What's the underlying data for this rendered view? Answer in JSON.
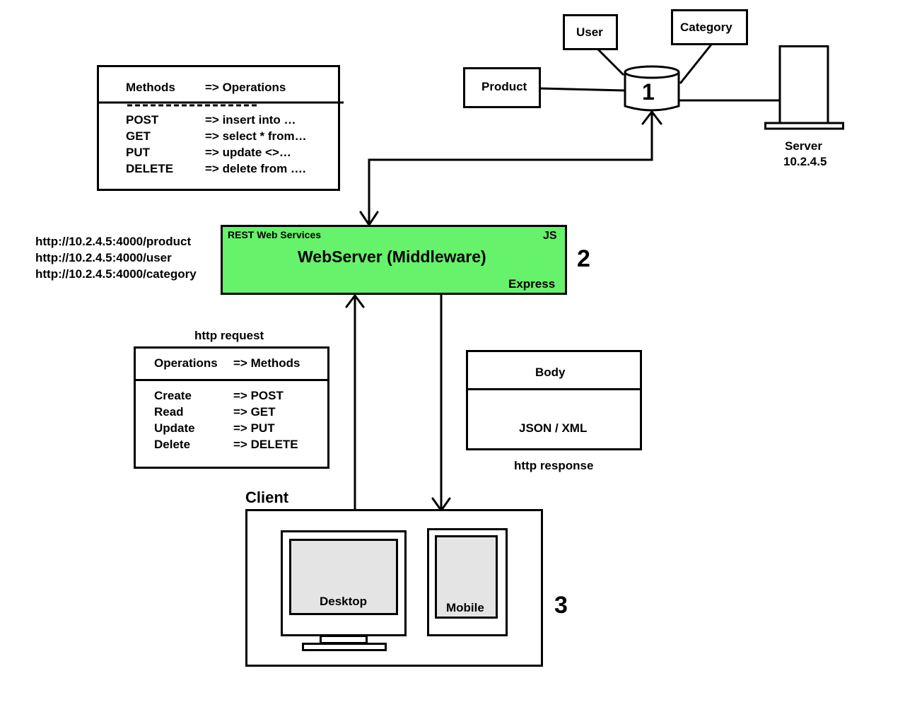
{
  "db": {
    "entities": [
      "User",
      "Category",
      "Product"
    ],
    "number": "1"
  },
  "server": {
    "name": "Server",
    "ip": "10.2.4.5"
  },
  "methods_table": {
    "header_left": "Methods",
    "header_right": "=> Operations",
    "rows": [
      {
        "method": "POST",
        "op": "=> insert into …"
      },
      {
        "method": "GET",
        "op": "=> select * from…"
      },
      {
        "method": "PUT",
        "op": "=> update <>…"
      },
      {
        "method": "DELETE",
        "op": "=> delete  from …."
      }
    ]
  },
  "urls": [
    "http://10.2.4.5:4000/product",
    "http://10.2.4.5:4000/user",
    "http://10.2.4.5:4000/category"
  ],
  "webserver": {
    "tag_topleft": "REST Web Services",
    "tag_topright": "JS",
    "title": "WebServer (Middleware)",
    "tag_bottomright": "Express",
    "number": "2",
    "fill_color": "#66f26a"
  },
  "request": {
    "caption": "http request",
    "header_left": "Operations",
    "header_right": "=> Methods",
    "rows": [
      {
        "op": "Create",
        "method": "=> POST"
      },
      {
        "op": "Read",
        "method": "=> GET"
      },
      {
        "op": "Update",
        "method": "=> PUT"
      },
      {
        "op": "Delete",
        "method": "=> DELETE"
      }
    ]
  },
  "response": {
    "header": "Body",
    "content": "JSON / XML",
    "caption": "http response"
  },
  "client": {
    "title": "Client",
    "desktop_label": "Desktop",
    "mobile_label": "Mobile",
    "number": "3",
    "screen_color": "#e4e4e4"
  }
}
